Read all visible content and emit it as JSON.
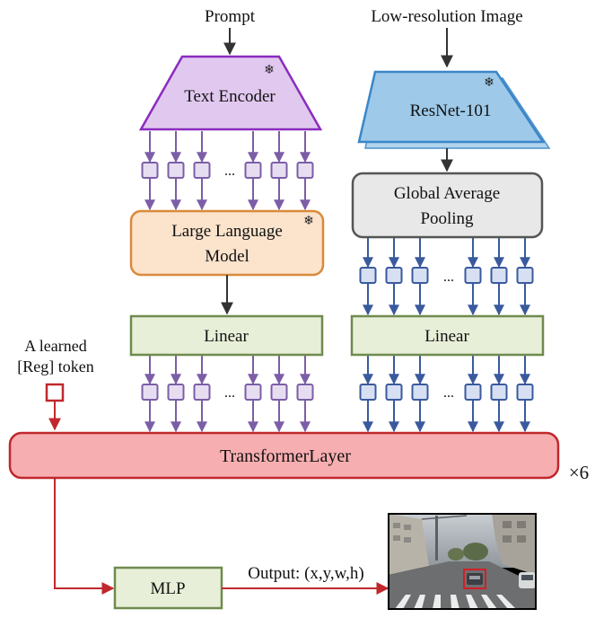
{
  "inputs": {
    "prompt": "Prompt",
    "image": "Low-resolution Image"
  },
  "blocks": {
    "text_encoder": "Text Encoder",
    "resnet": "ResNet-101",
    "llm_line1": "Large Language",
    "llm_line2": "Model",
    "gap_line1": "Global Average",
    "gap_line2": "Pooling",
    "linear_left": "Linear",
    "linear_right": "Linear",
    "transformer": "TransformerLayer",
    "repeat": "×6",
    "mlp": "MLP"
  },
  "reg_token": {
    "line1": "A learned",
    "line2": "[Reg] token"
  },
  "output_label": "Output: (x,y,w,h)",
  "ellipsis": "...",
  "frozen_icon": "snowflake-icon",
  "colors": {
    "text_encoder_fill": "#e1c8ef",
    "text_encoder_stroke": "#8a2bbf",
    "resnet_fill": "#9ec9e8",
    "resnet_stroke": "#3a86c8",
    "llm_fill": "#fbe3cc",
    "llm_stroke": "#d98a3a",
    "gap_fill": "#e8e8e8",
    "gap_stroke": "#555555",
    "linear_fill": "#e8efd8",
    "linear_stroke": "#6f8a4e",
    "token_purple_fill": "#e6ddf1",
    "token_purple_stroke": "#7b5ea7",
    "token_blue_fill": "#d6e0f2",
    "token_blue_stroke": "#3a5a9e",
    "transformer_fill": "#f7aeb0",
    "transformer_stroke": "#c0282d",
    "mlp_fill": "#e8efd8",
    "mlp_stroke": "#6f8a4e",
    "red_path": "#c0282d",
    "arrow_purple": "#7b5ea7",
    "arrow_blue": "#3a5a9e",
    "arrow_dark": "#333333"
  }
}
